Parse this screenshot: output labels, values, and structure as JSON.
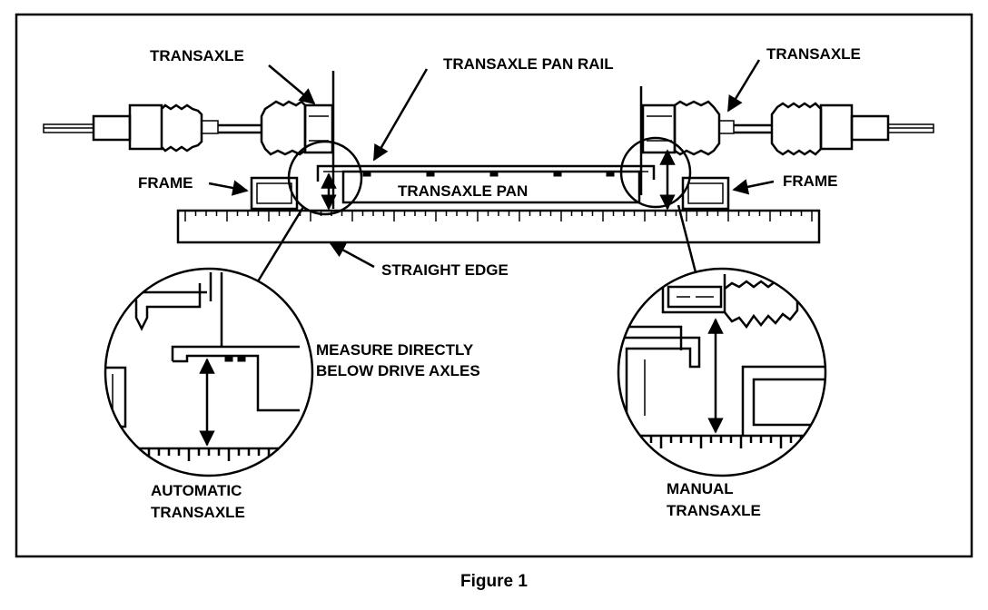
{
  "labels": {
    "transaxle_left": "TRANSAXLE",
    "transaxle_right": "TRANSAXLE",
    "pan_rail": "TRANSAXLE PAN RAIL",
    "frame_left": "FRAME",
    "frame_right": "FRAME",
    "pan": "TRANSAXLE PAN",
    "straight_edge": "STRAIGHT EDGE",
    "measure_line1": "MEASURE DIRECTLY",
    "measure_line2": "BELOW DRIVE AXLES",
    "auto_line1": "AUTOMATIC",
    "auto_line2": "TRANSAXLE",
    "manual_line1": "MANUAL",
    "manual_line2": "TRANSAXLE"
  },
  "caption": "Figure 1"
}
